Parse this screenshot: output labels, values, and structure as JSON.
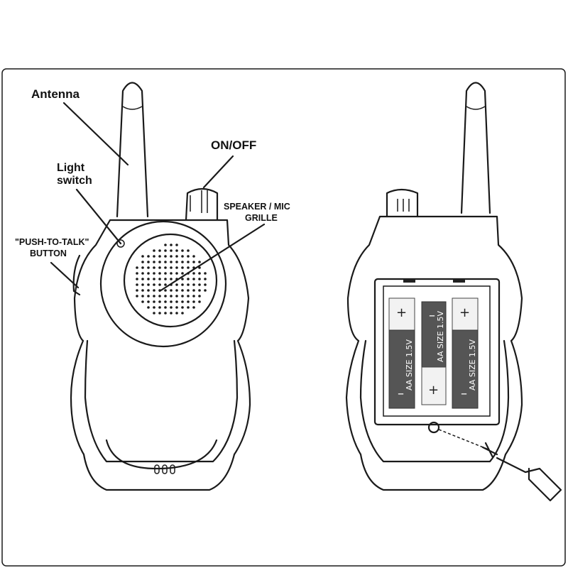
{
  "labels": {
    "antenna": "Antenna",
    "light_switch_line1": "Light",
    "light_switch_line2": "switch",
    "on_off": "ON/OFF",
    "speaker_line1": "SPEAKER / MIC",
    "speaker_line2": "GRILLE",
    "ptt_line1": "\"PUSH-TO-TALK\"",
    "ptt_line2": "BUTTON"
  },
  "batteries": [
    {
      "text": "AA SIZE 1.5V",
      "plus": "+",
      "minus": "–"
    },
    {
      "text": "AA SIZE 1.5V",
      "plus": "+",
      "minus": "–"
    },
    {
      "text": "AA SIZE 1.5V",
      "plus": "+",
      "minus": "–"
    }
  ],
  "colors": {
    "line": "#1a1a1a",
    "battery_dark": "#555555",
    "battery_light": "#f2f2f2"
  }
}
